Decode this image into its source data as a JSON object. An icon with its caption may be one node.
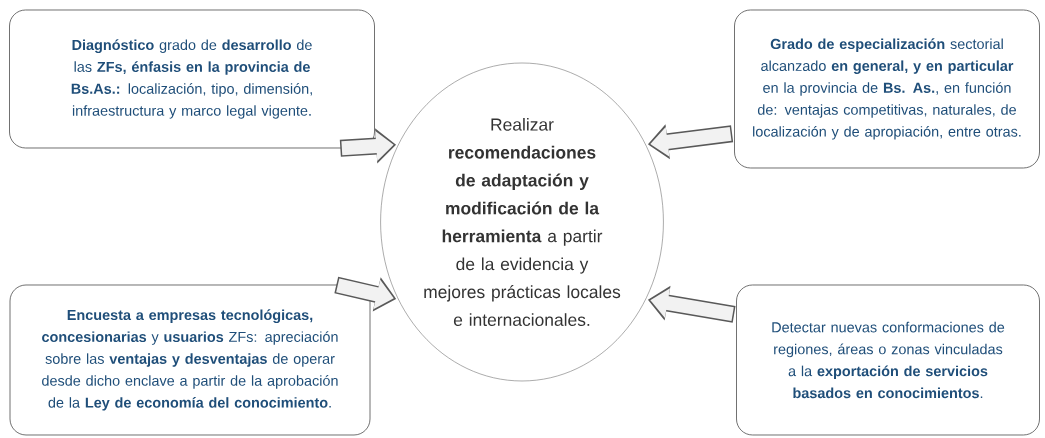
{
  "diagram": {
    "nodes": [
      {
        "text": [
          "**Diagnóstico** grado de **desarrollo** de las **ZFs, énfasis en la provincia de Bs.As.:** localización, tipo, dimensión, infraestructura y marco legal vigente."
        ]
      },
      {
        "text": [
          "Realizar **recomendaciones de adaptación y modificación de la herramienta** a partir de la evidencia y mejores prácticas locales e internacionales."
        ]
      },
      {
        "text": [
          "**Grado de especialización** sectorial alcanzado **en general, y en particular** en la provincia de **Bs. As.**, en función de: ventajas competitivas, naturales, de localización y de apropiación, entre otras."
        ]
      },
      {
        "text": [
          "**Encuesta a empresas tecnológicas, concesionarias** y **usuarios** ZFs: apreciación sobre las **ventajas y desventajas** de operar desde dicho enclave a partir de la aprobación de la **Ley de economía del conocimiento**."
        ]
      },
      {
        "text": [
          "Detectar nuevas conformaciones de regiones, áreas o zonas vinculadas a la **exportación de servicios basados en conocimientos**."
        ]
      }
    ],
    "edges": [
      {
        "from": 0,
        "to": 1,
        "arrow": "to"
      },
      {
        "from": 2,
        "to": 1,
        "arrow": "to"
      },
      {
        "from": 3,
        "to": 1,
        "arrow": "to"
      },
      {
        "from": 4,
        "to": 1,
        "arrow": "to"
      }
    ]
  }
}
